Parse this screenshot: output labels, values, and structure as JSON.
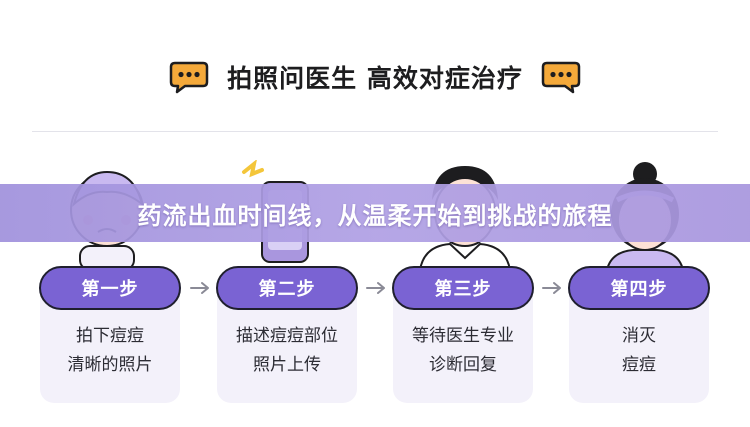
{
  "header": {
    "title": "拍照问医生 高效对症治疗",
    "left_icon": "chat-bubble-icon",
    "right_icon": "chat-bubble-icon"
  },
  "banner": {
    "text": "药流出血时间线，从温柔开始到挑战的旅程"
  },
  "steps": [
    {
      "label": "第一步",
      "line1": "拍下痘痘",
      "line2": "清晰的照片"
    },
    {
      "label": "第二步",
      "line1": "描述痘痘部位",
      "line2": "照片上传"
    },
    {
      "label": "第三步",
      "line1": "等待医生专业",
      "line2": "诊断回复"
    },
    {
      "label": "第四步",
      "line1": "消灭",
      "line2": "痘痘"
    }
  ],
  "colors": {
    "accent": "#7a63d3",
    "banner": "#a996de",
    "card": "#f3f1fa",
    "icon": "#f4a93a"
  }
}
